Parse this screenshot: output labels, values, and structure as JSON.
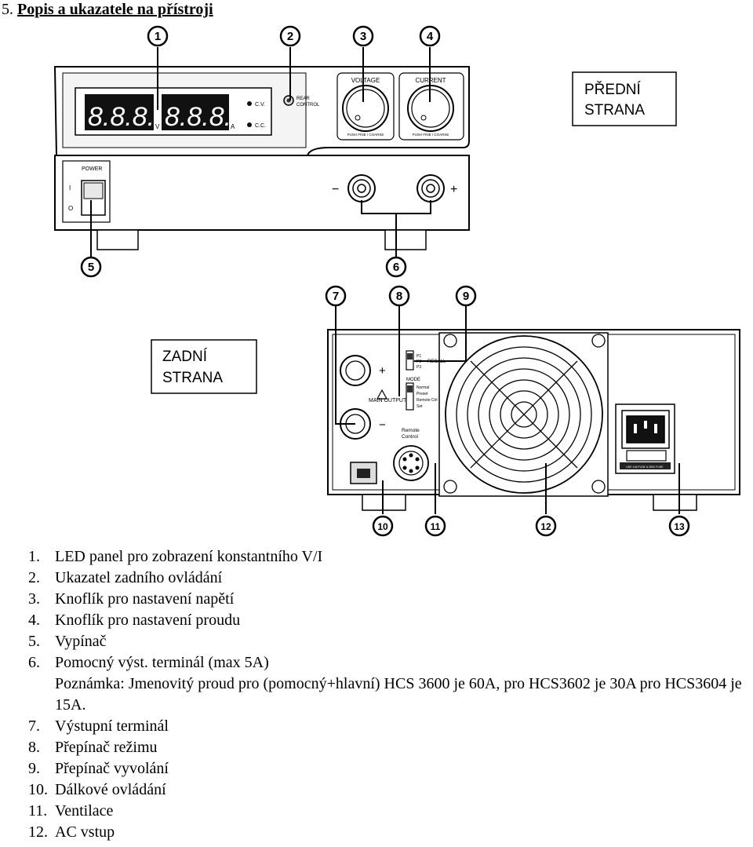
{
  "section": {
    "number": "5.",
    "title": "Popis a ukazatele na přístroji"
  },
  "front_label": {
    "line1": "PŘEDNÍ",
    "line2": "STRANA"
  },
  "back_label": {
    "line1": "ZADNÍ",
    "line2": "STRANA"
  },
  "callouts": [
    "1",
    "2",
    "3",
    "4",
    "5",
    "6",
    "7",
    "8",
    "9",
    "10",
    "11",
    "12",
    "13"
  ],
  "front_panel": {
    "display_v": "8.8.8.",
    "display_a": "8.8.8.",
    "unit_v": "V",
    "unit_a": "A",
    "cv": "C.V.",
    "cc": "C.C.",
    "rear_control_line1": "REAR",
    "rear_control_line2": "CONTROL",
    "voltage_label": "VOLTAGE",
    "current_label": "CURRENT",
    "voltage_sub": "PUSH  FINE / COARSE",
    "current_sub": "PUSH  FINE / COARSE",
    "power_label": "POWER",
    "switch_on": "I",
    "switch_off": "O",
    "minus": "−",
    "plus": "+"
  },
  "back_panel": {
    "p1": "P1",
    "p2": "P2",
    "p3": "P3",
    "recall": "RECALL",
    "mode": "MODE",
    "normal": "Normal",
    "preset": "Preset",
    "remote_ctrl": "Remote Ctrl",
    "set": "Set",
    "main_output": "MAIN OUTPUT",
    "remote_line1": "Remote",
    "remote_line2": "Control",
    "plus": "+",
    "minus": "−",
    "fuse_text": "USE 10A FUSE & 250V FUSE"
  },
  "legend": [
    {
      "num": "1.",
      "text": "LED panel pro zobrazení konstantního V/I"
    },
    {
      "num": "2.",
      "text": "Ukazatel zadního ovládání"
    },
    {
      "num": "3.",
      "text": "Knoflík pro nastavení napětí"
    },
    {
      "num": "4.",
      "text": "Knoflík pro nastavení proudu"
    },
    {
      "num": "5.",
      "text": "Vypínač"
    },
    {
      "num": "6.",
      "text": "Pomocný výst. terminál (max 5A)"
    },
    {
      "note": "Poznámka: Jmenovitý proud pro (pomocný+hlavní) HCS 3600 je 60A, pro HCS3602 je 30A pro HCS3604 je 15A."
    },
    {
      "num": "7.",
      "text": "Výstupní terminál"
    },
    {
      "num": "8.",
      "text": "Přepínač režimu"
    },
    {
      "num": "9.",
      "text": "Přepínač vyvolání"
    },
    {
      "num": "10.",
      "text": "Dálkové ovládání"
    },
    {
      "num": "11.",
      "text": "Ventilace"
    },
    {
      "num": "12.",
      "text": "AC vstup"
    }
  ]
}
